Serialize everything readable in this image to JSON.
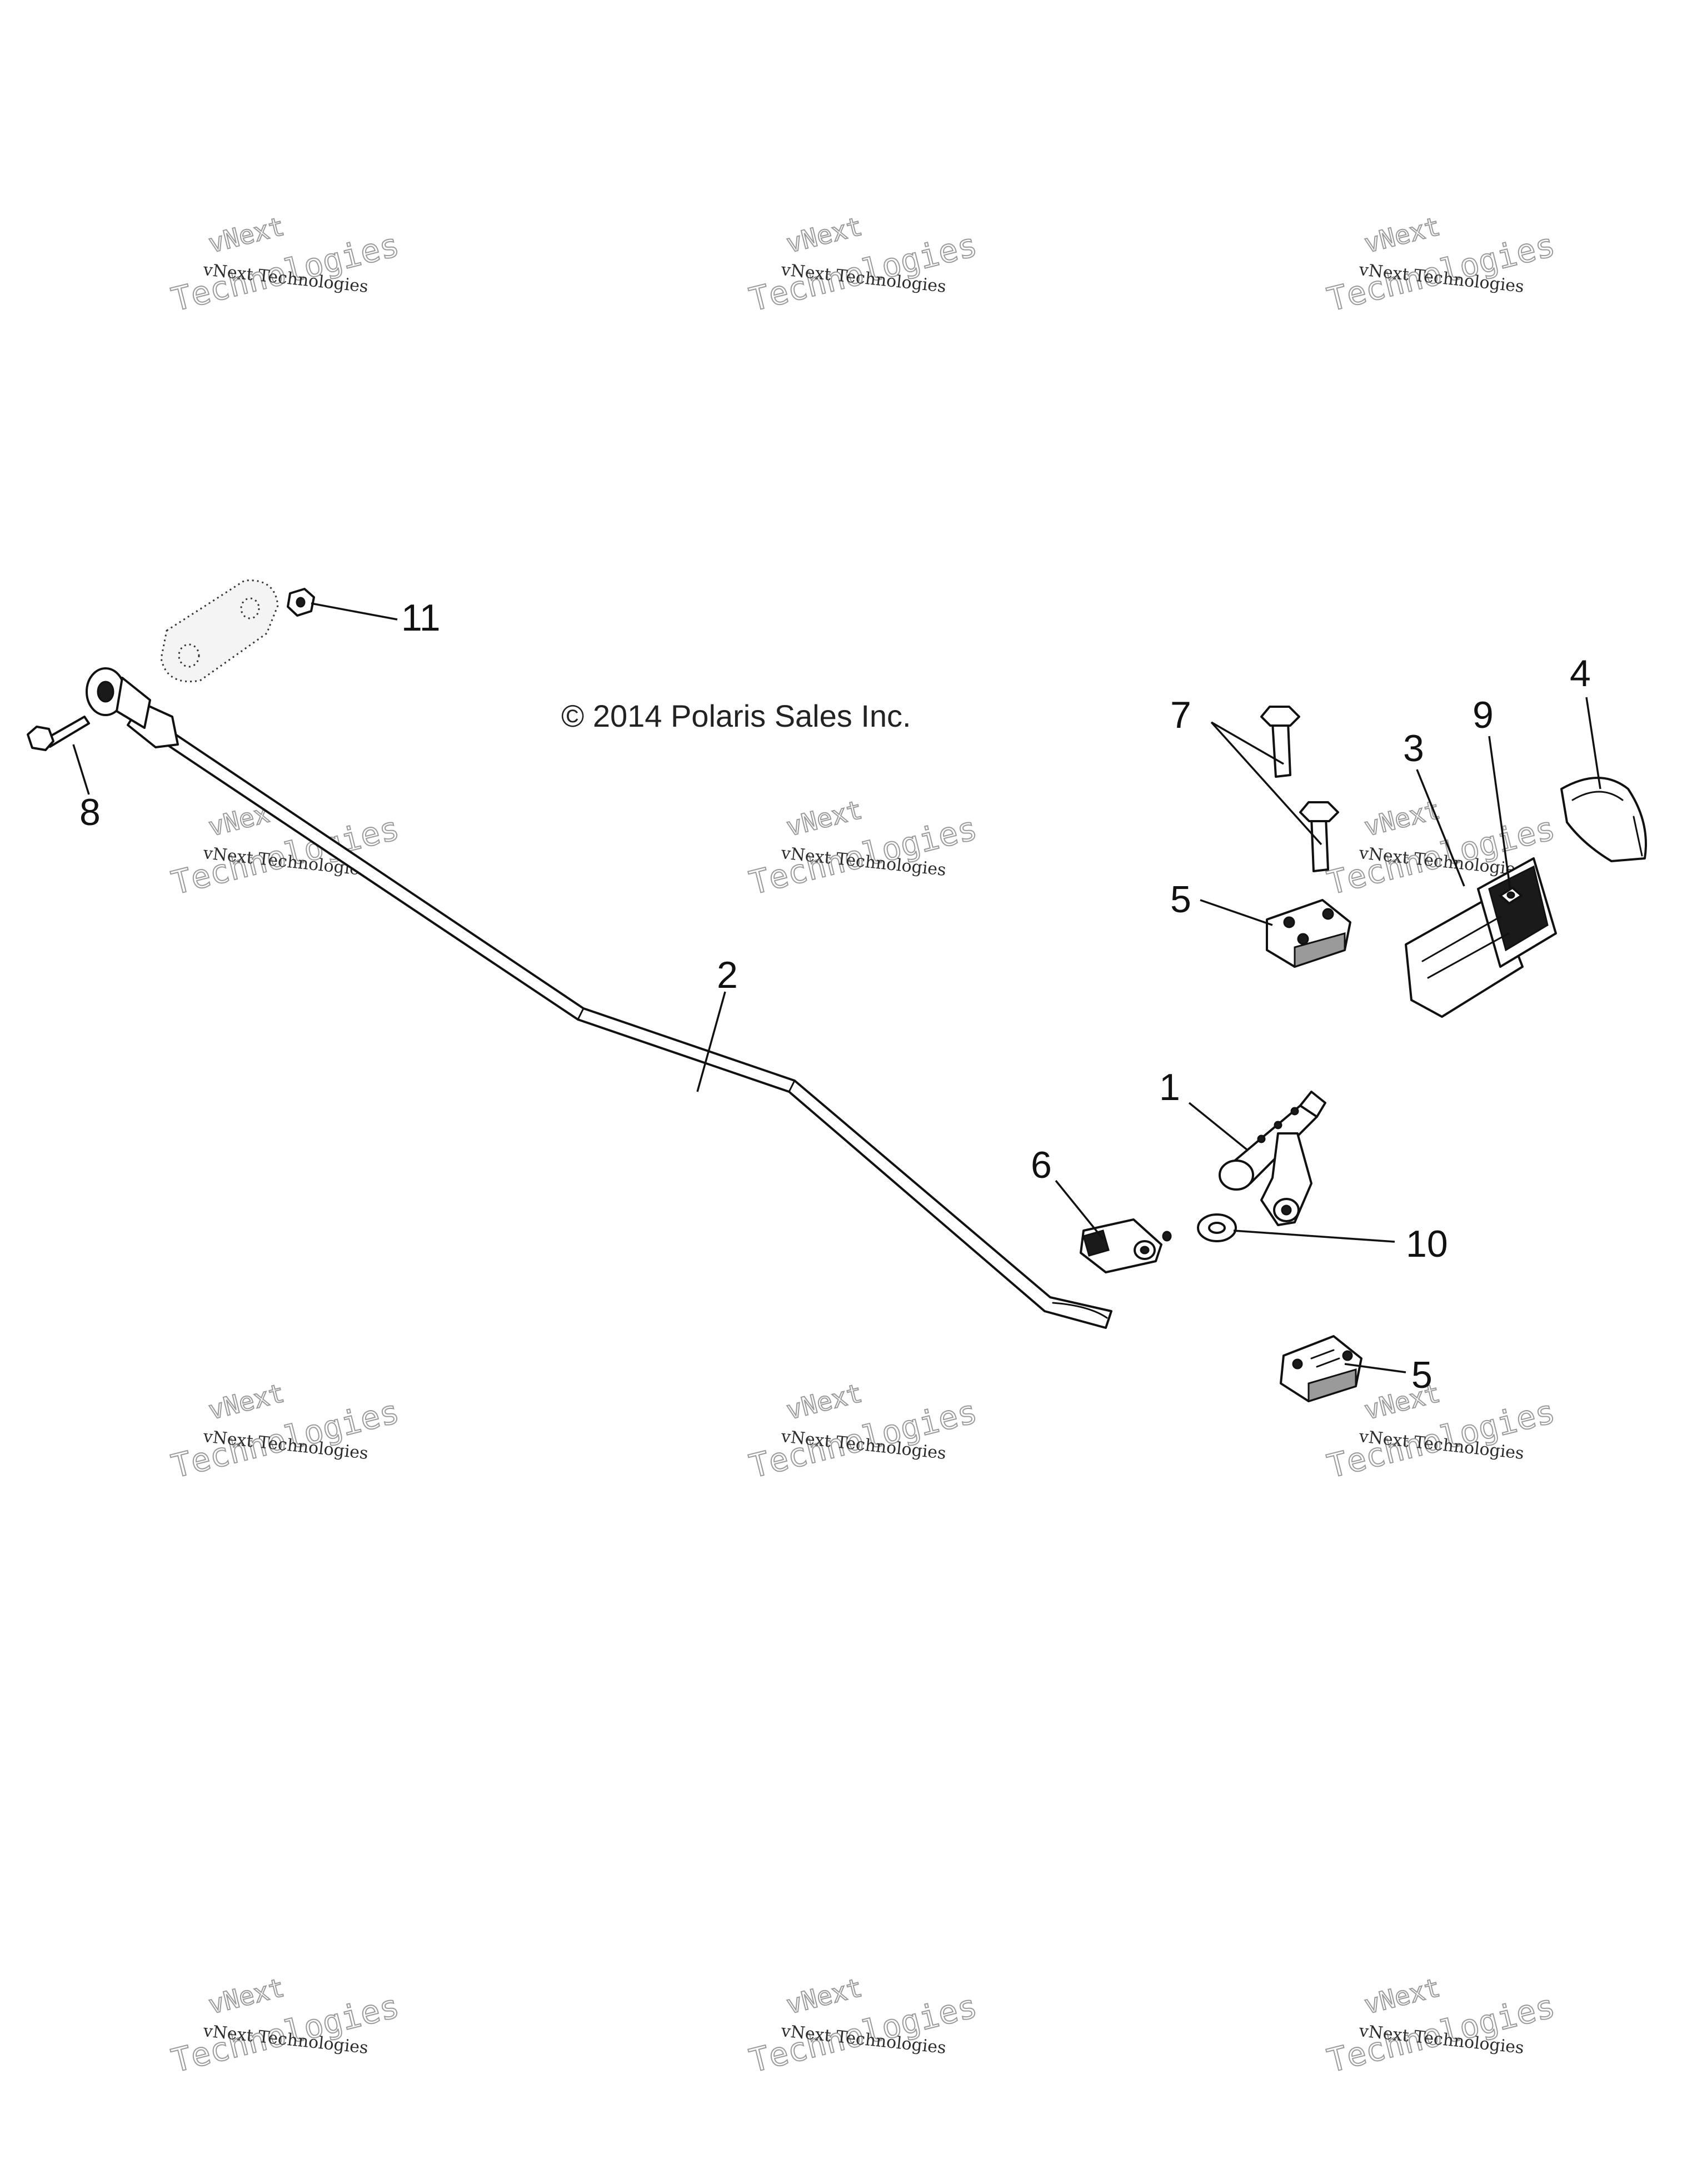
{
  "copyright": "© 2014 Polaris Sales Inc.",
  "watermark": {
    "line1": "vNext Technologies",
    "line2": "Technologies",
    "line3": "vNext"
  },
  "callouts": {
    "p1": "1",
    "p2": "2",
    "p3": "3",
    "p4": "4",
    "p5a": "5",
    "p5b": "5",
    "p6": "6",
    "p7": "7",
    "p8": "8",
    "p9": "9",
    "p10": "10",
    "p11": "11"
  }
}
